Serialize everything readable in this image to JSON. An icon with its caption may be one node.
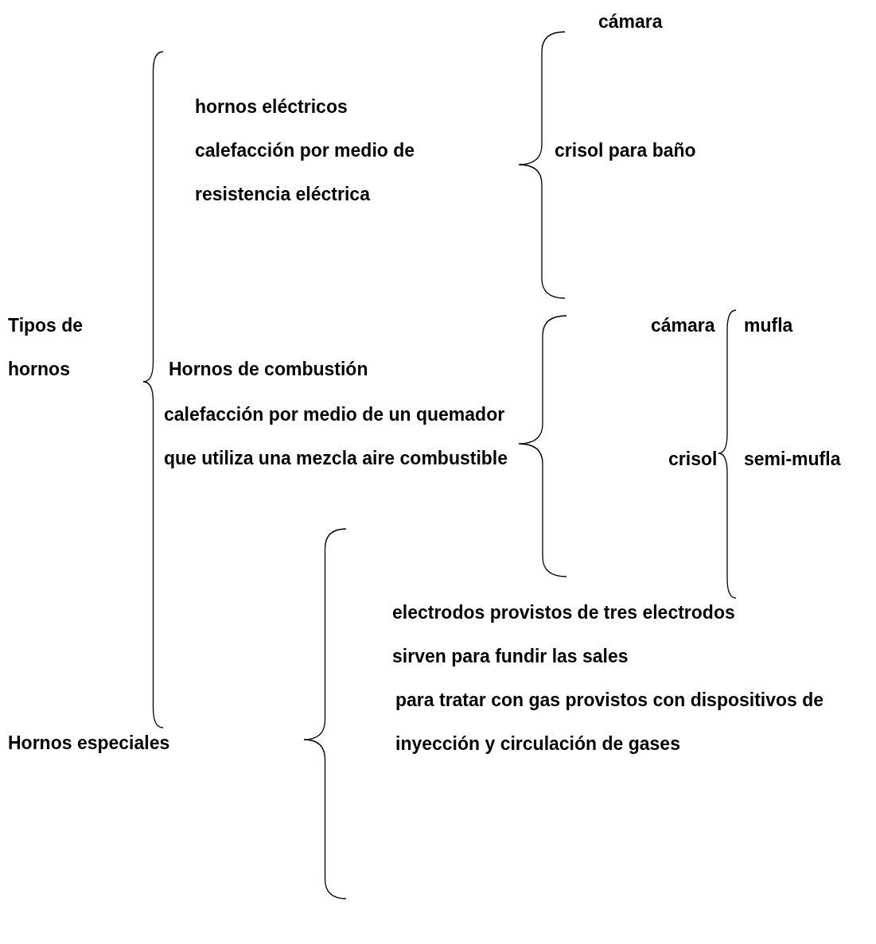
{
  "diagram": {
    "labels": [
      "cámara",
      "hornos eléctricos",
      "calefacción por medio de resistencia eléctrica",
      "crisol para baño",
      "Tipos de hornos",
      "cámara",
      "mufla",
      "Hornos de combustión",
      "calefacción por medio de un quemador que utiliza una mezcla aire combustible",
      "crisol",
      "semi-mufla",
      "electrodos provistos de tres electrodos",
      "sirven para fundir las sales",
      "para tratar con gas provistos con dispositivos de inyección y circulación de gases",
      "Hornos especiales"
    ]
  }
}
